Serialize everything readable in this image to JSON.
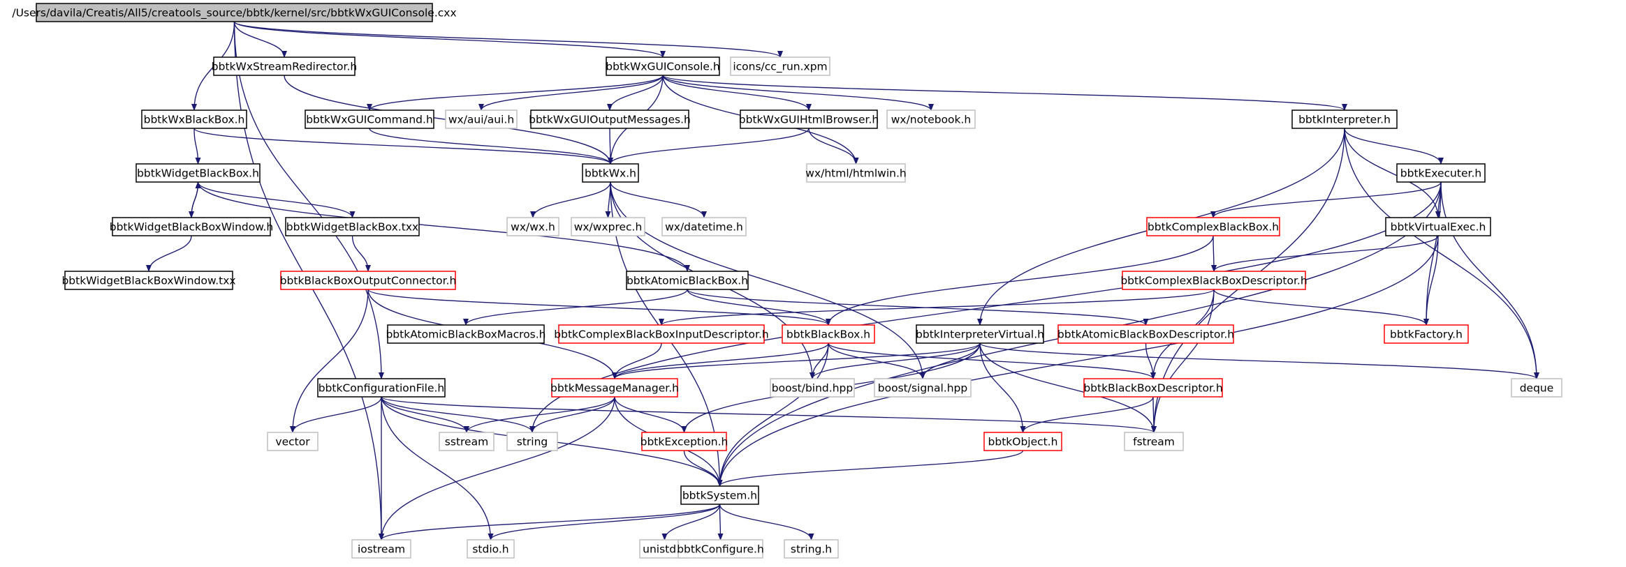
{
  "colors": {
    "edge": "#191970",
    "root_fill": "#bfbfbf",
    "normal_border": "#000000",
    "truncated_border": "#ff0000",
    "external_border": "#bfbfbf"
  },
  "nodes": [
    {
      "id": "root",
      "label": "/Users/davila/Creatis/All5/creatools_source/bbtk/kernel/src/bbtkWxGUIConsole.cxx",
      "kind": "root"
    },
    {
      "id": "streamredir",
      "label": "bbtkWxStreamRedirector.h",
      "kind": "normal"
    },
    {
      "id": "guiconsole",
      "label": "bbtkWxGUIConsole.h",
      "kind": "normal"
    },
    {
      "id": "ccrun",
      "label": "icons/cc_run.xpm",
      "kind": "external"
    },
    {
      "id": "wxblackbox",
      "label": "bbtkWxBlackBox.h",
      "kind": "normal"
    },
    {
      "id": "guicommand",
      "label": "bbtkWxGUICommand.h",
      "kind": "normal"
    },
    {
      "id": "aui",
      "label": "wx/aui/aui.h",
      "kind": "external"
    },
    {
      "id": "outmsgs",
      "label": "bbtkWxGUIOutputMessages.h",
      "kind": "normal"
    },
    {
      "id": "htmlbrowser",
      "label": "bbtkWxGUIHtmlBrowser.h",
      "kind": "normal"
    },
    {
      "id": "notebook",
      "label": "wx/notebook.h",
      "kind": "external"
    },
    {
      "id": "interpreter",
      "label": "bbtkInterpreter.h",
      "kind": "normal"
    },
    {
      "id": "widgetbb",
      "label": "bbtkWidgetBlackBox.h",
      "kind": "normal"
    },
    {
      "id": "bbtkwx",
      "label": "bbtkWx.h",
      "kind": "normal"
    },
    {
      "id": "htmlwin",
      "label": "wx/html/htmlwin.h",
      "kind": "external"
    },
    {
      "id": "executer",
      "label": "bbtkExecuter.h",
      "kind": "normal"
    },
    {
      "id": "widgetbbwin",
      "label": "bbtkWidgetBlackBoxWindow.h",
      "kind": "normal"
    },
    {
      "id": "widgetbbtxx",
      "label": "bbtkWidgetBlackBox.txx",
      "kind": "normal"
    },
    {
      "id": "wxwx",
      "label": "wx/wx.h",
      "kind": "external"
    },
    {
      "id": "wxprec",
      "label": "wx/wxprec.h",
      "kind": "external"
    },
    {
      "id": "datetime",
      "label": "wx/datetime.h",
      "kind": "external"
    },
    {
      "id": "complexbb",
      "label": "bbtkComplexBlackBox.h",
      "kind": "truncated"
    },
    {
      "id": "virtualexec",
      "label": "bbtkVirtualExec.h",
      "kind": "normal"
    },
    {
      "id": "widgetbbwintxx",
      "label": "bbtkWidgetBlackBoxWindow.txx",
      "kind": "normal"
    },
    {
      "id": "outconnector",
      "label": "bbtkBlackBoxOutputConnector.h",
      "kind": "truncated"
    },
    {
      "id": "atomicbb",
      "label": "bbtkAtomicBlackBox.h",
      "kind": "normal"
    },
    {
      "id": "complexdesc",
      "label": "bbtkComplexBlackBoxDescriptor.h",
      "kind": "truncated"
    },
    {
      "id": "atomicmacros",
      "label": "bbtkAtomicBlackBoxMacros.h",
      "kind": "normal"
    },
    {
      "id": "complexinputdesc",
      "label": "bbtkComplexBlackBoxInputDescriptor.h",
      "kind": "truncated"
    },
    {
      "id": "blackbox",
      "label": "bbtkBlackBox.h",
      "kind": "truncated"
    },
    {
      "id": "interpvirtual",
      "label": "bbtkInterpreterVirtual.h",
      "kind": "normal"
    },
    {
      "id": "atomicdesc",
      "label": "bbtkAtomicBlackBoxDescriptor.h",
      "kind": "truncated"
    },
    {
      "id": "factory",
      "label": "bbtkFactory.h",
      "kind": "truncated"
    },
    {
      "id": "configfile",
      "label": "bbtkConfigurationFile.h",
      "kind": "normal"
    },
    {
      "id": "msgmanager",
      "label": "bbtkMessageManager.h",
      "kind": "truncated"
    },
    {
      "id": "boostbind",
      "label": "boost/bind.hpp",
      "kind": "external"
    },
    {
      "id": "boostsignal",
      "label": "boost/signal.hpp",
      "kind": "external"
    },
    {
      "id": "bbdesc",
      "label": "bbtkBlackBoxDescriptor.h",
      "kind": "truncated"
    },
    {
      "id": "deque",
      "label": "deque",
      "kind": "external"
    },
    {
      "id": "vector",
      "label": "vector",
      "kind": "external"
    },
    {
      "id": "sstream",
      "label": "sstream",
      "kind": "external"
    },
    {
      "id": "string",
      "label": "string",
      "kind": "external"
    },
    {
      "id": "exception",
      "label": "bbtkException.h",
      "kind": "truncated"
    },
    {
      "id": "object",
      "label": "bbtkObject.h",
      "kind": "truncated"
    },
    {
      "id": "fstream",
      "label": "fstream",
      "kind": "external"
    },
    {
      "id": "system",
      "label": "bbtkSystem.h",
      "kind": "normal"
    },
    {
      "id": "iostream",
      "label": "iostream",
      "kind": "external"
    },
    {
      "id": "stdio",
      "label": "stdio.h",
      "kind": "external"
    },
    {
      "id": "unistd",
      "label": "unistd.h",
      "kind": "external"
    },
    {
      "id": "bbtkconfigure",
      "label": "bbtkConfigure.h",
      "kind": "external"
    },
    {
      "id": "stringh",
      "label": "string.h",
      "kind": "external"
    }
  ],
  "edges": [
    [
      "root",
      "streamredir"
    ],
    [
      "root",
      "guiconsole"
    ],
    [
      "root",
      "ccrun"
    ],
    [
      "root",
      "wxblackbox"
    ],
    [
      "root",
      "configfile"
    ],
    [
      "root",
      "iostream"
    ],
    [
      "streamredir",
      "bbtkwx"
    ],
    [
      "guiconsole",
      "guicommand"
    ],
    [
      "guiconsole",
      "aui"
    ],
    [
      "guiconsole",
      "outmsgs"
    ],
    [
      "guiconsole",
      "htmlbrowser"
    ],
    [
      "guiconsole",
      "notebook"
    ],
    [
      "guiconsole",
      "interpreter"
    ],
    [
      "guiconsole",
      "bbtkwx"
    ],
    [
      "guiconsole",
      "htmlwin"
    ],
    [
      "wxblackbox",
      "widgetbb"
    ],
    [
      "wxblackbox",
      "bbtkwx"
    ],
    [
      "guicommand",
      "bbtkwx"
    ],
    [
      "outmsgs",
      "bbtkwx"
    ],
    [
      "htmlbrowser",
      "bbtkwx"
    ],
    [
      "htmlbrowser",
      "htmlwin"
    ],
    [
      "interpreter",
      "executer"
    ],
    [
      "interpreter",
      "virtualexec"
    ],
    [
      "interpreter",
      "interpvirtual"
    ],
    [
      "interpreter",
      "fstream"
    ],
    [
      "interpreter",
      "deque"
    ],
    [
      "widgetbb",
      "widgetbbwin"
    ],
    [
      "widgetbbwin",
      "widgetbb"
    ],
    [
      "widgetbb",
      "widgetbbtxx"
    ],
    [
      "widgetbb",
      "atomicbb"
    ],
    [
      "widgetbbwin",
      "widgetbbwintxx"
    ],
    [
      "bbtkwx",
      "wxwx"
    ],
    [
      "bbtkwx",
      "wxprec"
    ],
    [
      "bbtkwx",
      "datetime"
    ],
    [
      "bbtkwx",
      "boostsignal"
    ],
    [
      "bbtkwx",
      "boostbind"
    ],
    [
      "bbtkwx",
      "system"
    ],
    [
      "executer",
      "complexbb"
    ],
    [
      "executer",
      "virtualexec"
    ],
    [
      "executer",
      "factory"
    ],
    [
      "executer",
      "deque"
    ],
    [
      "executer",
      "system"
    ],
    [
      "executer",
      "string"
    ],
    [
      "virtualexec",
      "complexdesc"
    ],
    [
      "virtualexec",
      "factory"
    ],
    [
      "virtualexec",
      "system"
    ],
    [
      "complexbb",
      "complexdesc"
    ],
    [
      "complexbb",
      "blackbox"
    ],
    [
      "complexdesc",
      "complexinputdesc"
    ],
    [
      "complexdesc",
      "factory"
    ],
    [
      "complexdesc",
      "bbdesc"
    ],
    [
      "complexdesc",
      "fstream"
    ],
    [
      "widgetbbtxx",
      "outconnector"
    ],
    [
      "outconnector",
      "vector"
    ],
    [
      "outconnector",
      "msgmanager"
    ],
    [
      "outconnector",
      "blackbox"
    ],
    [
      "atomicbb",
      "atomicmacros"
    ],
    [
      "atomicbb",
      "blackbox"
    ],
    [
      "atomicbb",
      "atomicdesc"
    ],
    [
      "complexinputdesc",
      "msgmanager"
    ],
    [
      "blackbox",
      "msgmanager"
    ],
    [
      "blackbox",
      "boostbind"
    ],
    [
      "blackbox",
      "boostsignal"
    ],
    [
      "blackbox",
      "bbdesc"
    ],
    [
      "blackbox",
      "system"
    ],
    [
      "interpvirtual",
      "msgmanager"
    ],
    [
      "interpvirtual",
      "boostbind"
    ],
    [
      "interpvirtual",
      "boostsignal"
    ],
    [
      "interpvirtual",
      "exception"
    ],
    [
      "interpvirtual",
      "object"
    ],
    [
      "interpvirtual",
      "fstream"
    ],
    [
      "interpvirtual",
      "deque"
    ],
    [
      "atomicdesc",
      "bbdesc"
    ],
    [
      "bbdesc",
      "object"
    ],
    [
      "bbdesc",
      "fstream"
    ],
    [
      "configfile",
      "vector"
    ],
    [
      "configfile",
      "sstream"
    ],
    [
      "configfile",
      "string"
    ],
    [
      "configfile",
      "iostream"
    ],
    [
      "configfile",
      "stdio"
    ],
    [
      "configfile",
      "system"
    ],
    [
      "configfile",
      "fstream"
    ],
    [
      "msgmanager",
      "sstream"
    ],
    [
      "msgmanager",
      "string"
    ],
    [
      "msgmanager",
      "exception"
    ],
    [
      "msgmanager",
      "iostream"
    ],
    [
      "msgmanager",
      "system"
    ],
    [
      "exception",
      "system"
    ],
    [
      "object",
      "system"
    ],
    [
      "system",
      "iostream"
    ],
    [
      "system",
      "stdio"
    ],
    [
      "system",
      "unistd"
    ],
    [
      "system",
      "bbtkconfigure"
    ],
    [
      "system",
      "stringh"
    ]
  ]
}
